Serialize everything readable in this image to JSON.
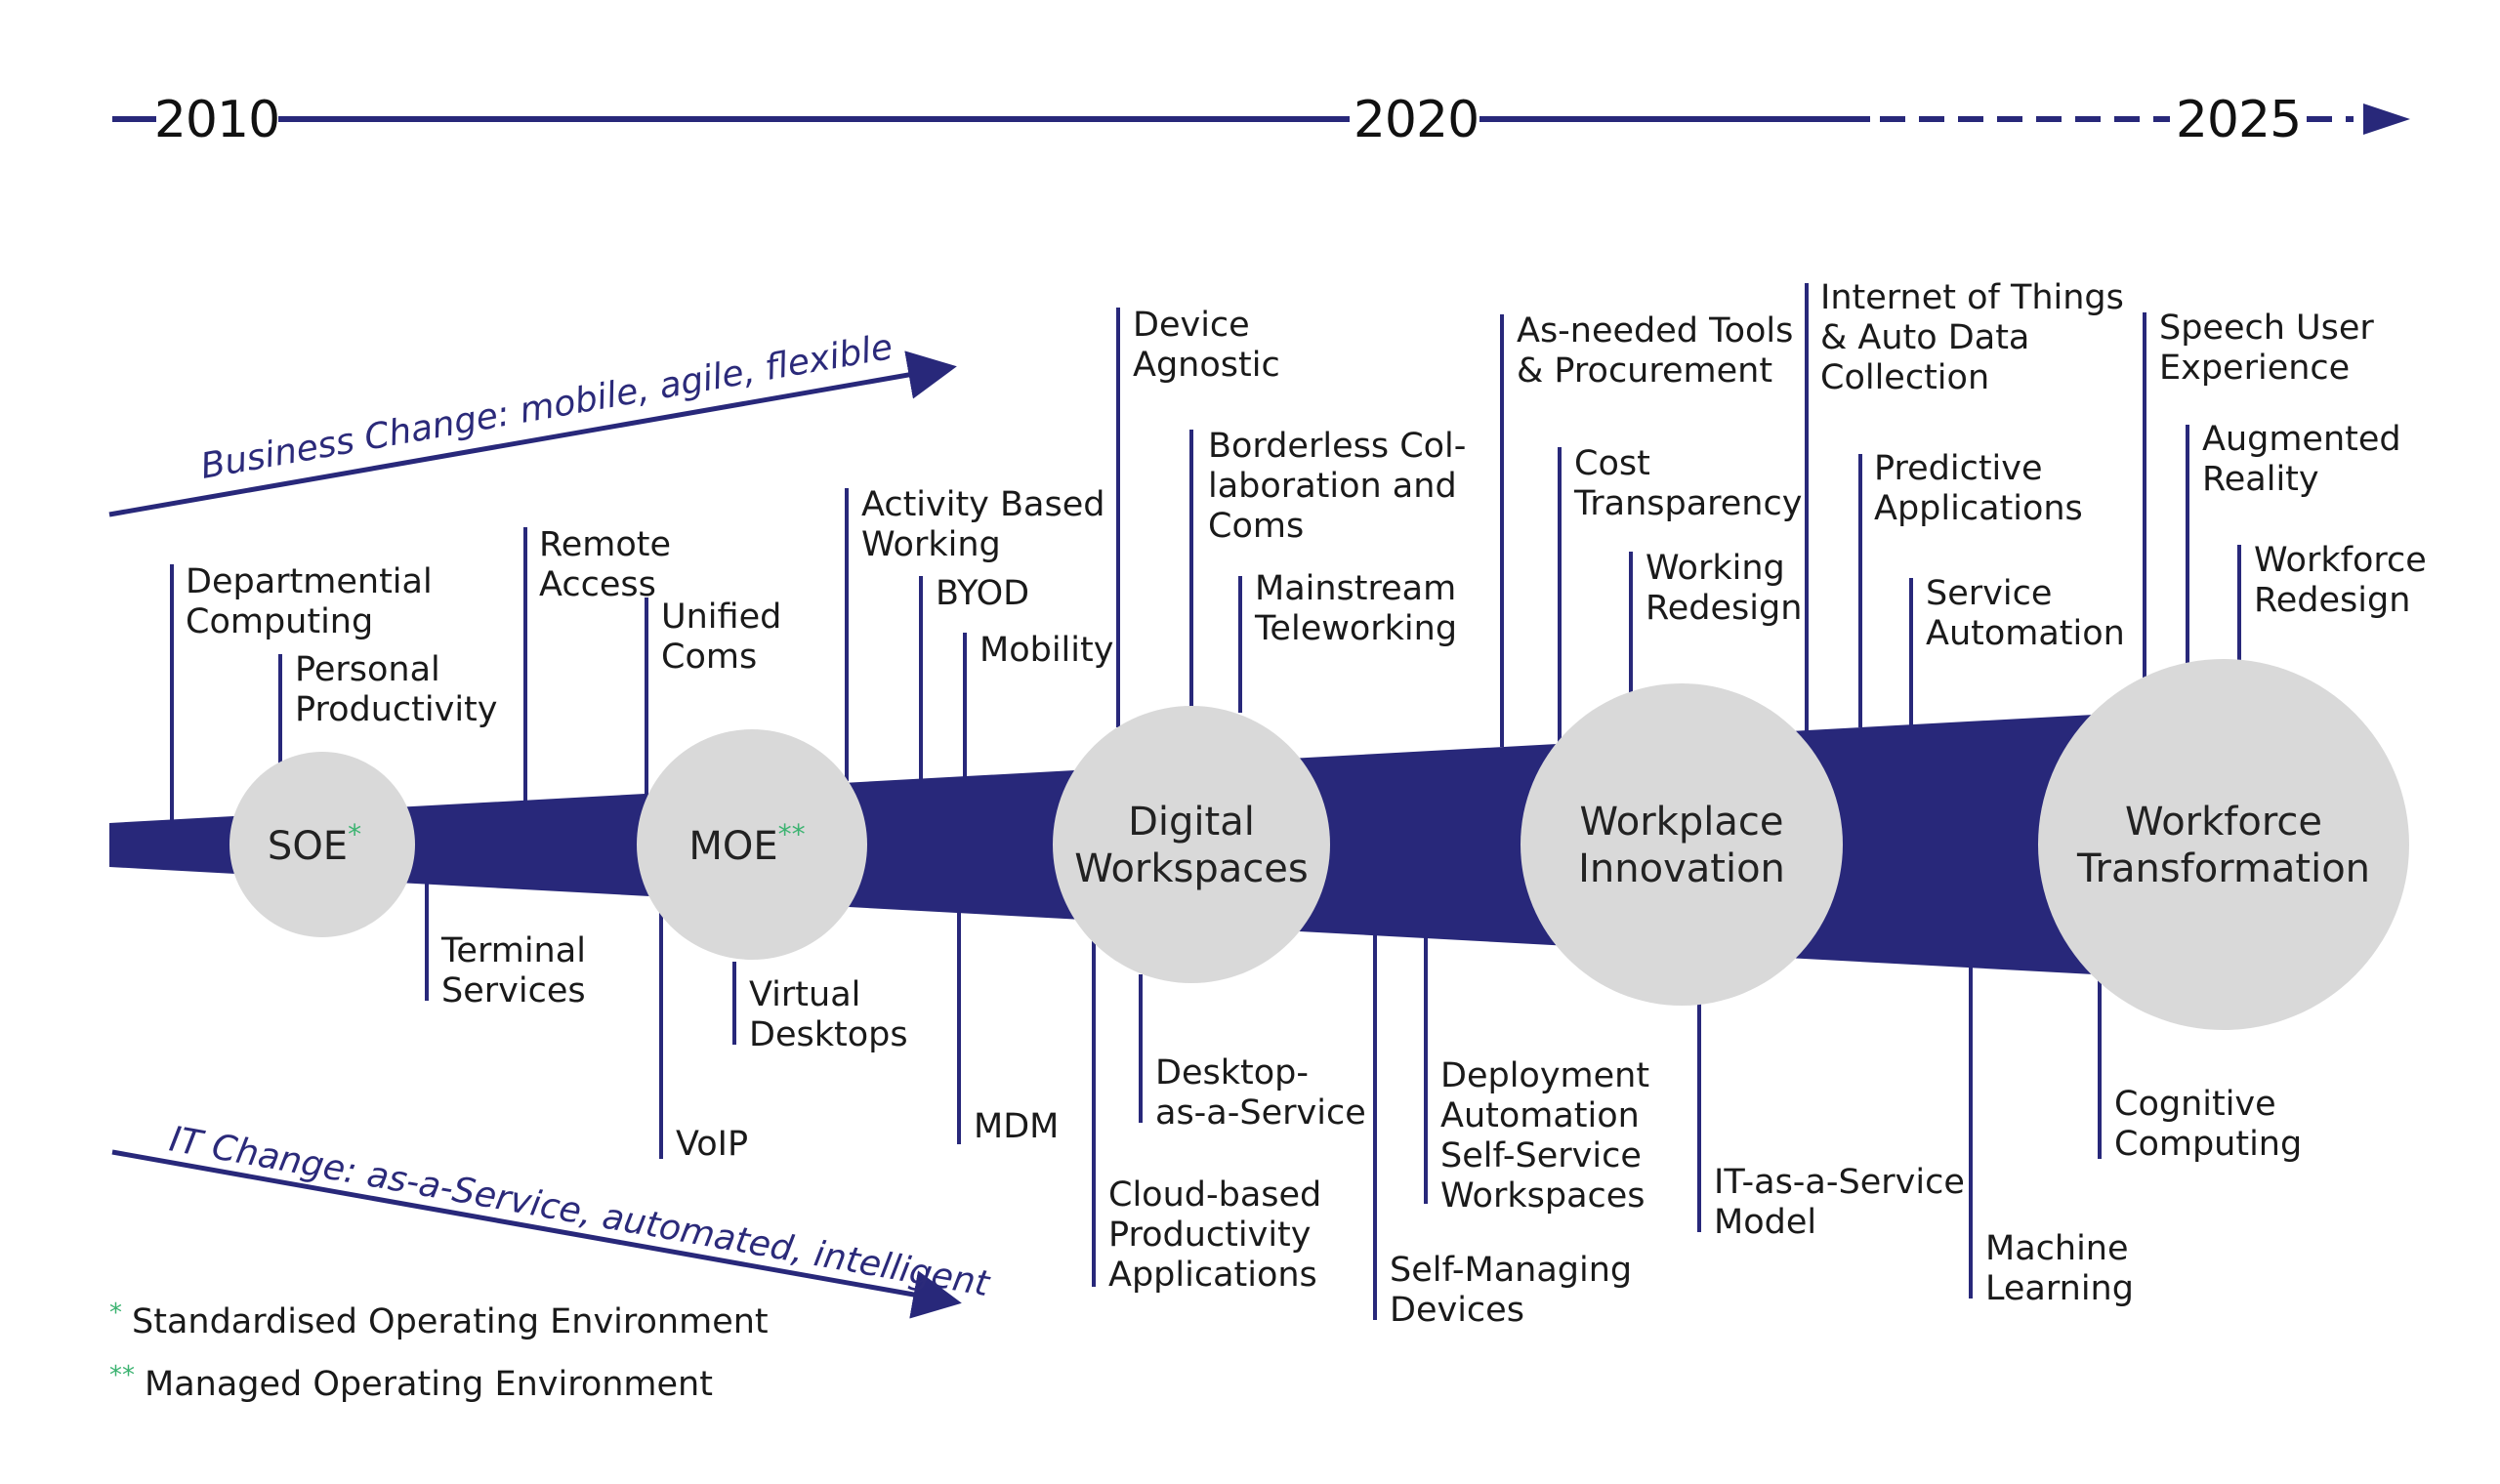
{
  "timeline": {
    "years": [
      "2010",
      "2020",
      "2025"
    ]
  },
  "trends": {
    "business": "Business Change: mobile, agile, flexible",
    "it": "IT Change: as-a-Service, automated, intelligent"
  },
  "bubbles": [
    {
      "label": "SOE",
      "mark": "*"
    },
    {
      "label": "MOE",
      "mark": "**"
    },
    {
      "lines": [
        "Digital",
        "Workspaces"
      ]
    },
    {
      "lines": [
        "Workplace",
        "Innovation"
      ]
    },
    {
      "lines": [
        "Workforce",
        "Transformation"
      ]
    }
  ],
  "top_labels": [
    [
      "Departmential",
      "Computing"
    ],
    [
      "Personal",
      "Productivity"
    ],
    [
      "Remote",
      "Access"
    ],
    [
      "Unified",
      "Coms"
    ],
    [
      "Activity Based",
      "Working"
    ],
    [
      "BYOD"
    ],
    [
      "Mobility"
    ],
    [
      "Device",
      "Agnostic"
    ],
    [
      "Borderless Col-",
      "laboration and",
      "Coms"
    ],
    [
      "Mainstream",
      "Teleworking"
    ],
    [
      "As-needed Tools",
      "& Procurement"
    ],
    [
      "Cost",
      "Transparency"
    ],
    [
      "Working",
      "Redesign"
    ],
    [
      "Internet of Things",
      "& Auto Data",
      "Collection"
    ],
    [
      "Predictive",
      "Applications"
    ],
    [
      "Service",
      "Automation"
    ],
    [
      "Speech User",
      "Experience"
    ],
    [
      "Augmented",
      "Reality"
    ],
    [
      "Workforce",
      "Redesign"
    ]
  ],
  "bottom_labels": [
    [
      "Terminal",
      "Services"
    ],
    [
      "VoIP"
    ],
    [
      "Virtual",
      "Desktops"
    ],
    [
      "MDM"
    ],
    [
      "Cloud-based",
      "Productivity",
      "Applications"
    ],
    [
      "Desktop-",
      "as-a-Service"
    ],
    [
      "Self-Managing",
      "Devices"
    ],
    [
      "Deployment",
      "Automation",
      "Self-Service",
      "Workspaces"
    ],
    [
      "IT-as-a-Service",
      "Model"
    ],
    [
      "Machine",
      "Learning"
    ],
    [
      "Cognitive",
      "Computing"
    ]
  ],
  "legend": [
    {
      "mark": "*",
      "text": "Standardised Operating Environment"
    },
    {
      "mark": "**",
      "text": "Managed Operating Environment"
    }
  ],
  "colors": {
    "navy": "#28287a",
    "bubble": "#d9d9d9",
    "mark": "#3cb371"
  }
}
